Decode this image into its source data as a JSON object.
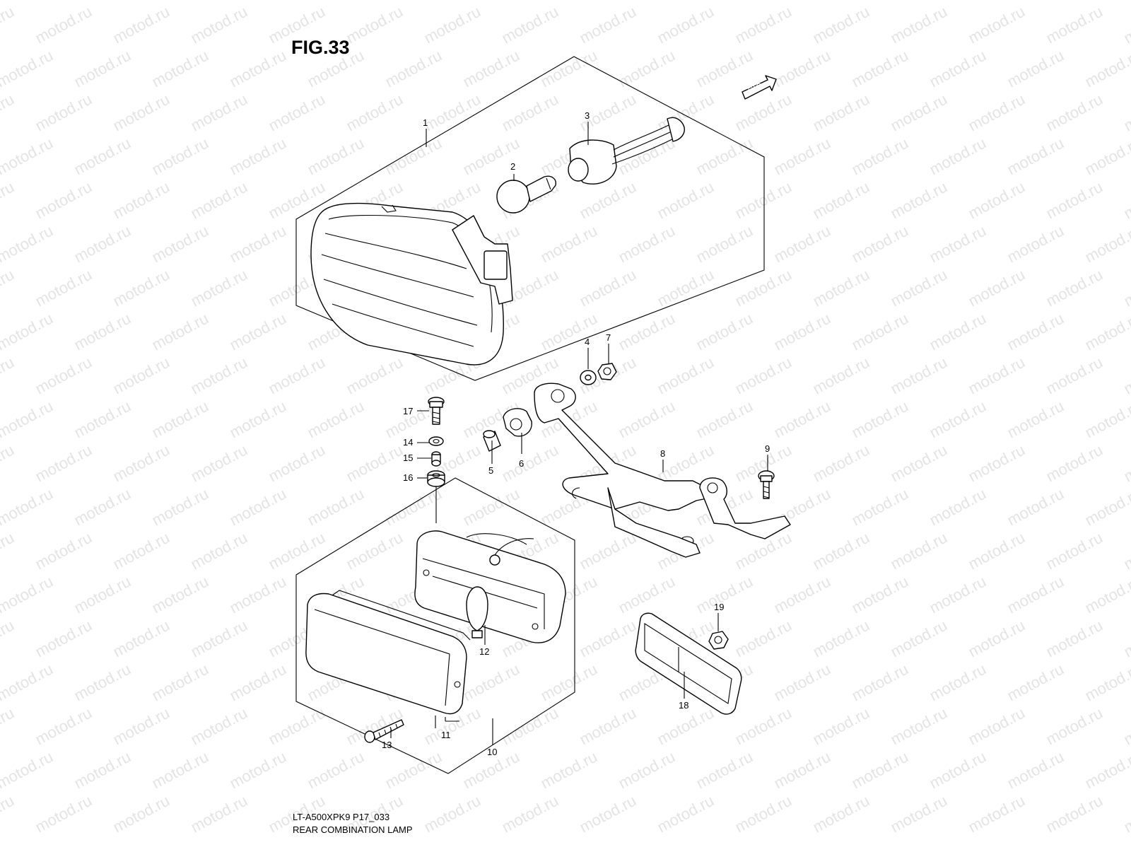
{
  "figure": {
    "title": "FIG.33",
    "model_code": "LT-A500XPK9 P17_033",
    "caption": "REAR COMBINATION LAMP"
  },
  "watermark": {
    "text": "motod.ru"
  },
  "fwd_badge": {
    "text": "FWD"
  },
  "callouts": [
    {
      "id": "1",
      "label": "1"
    },
    {
      "id": "2",
      "label": "2"
    },
    {
      "id": "3",
      "label": "3"
    },
    {
      "id": "4",
      "label": "4"
    },
    {
      "id": "5",
      "label": "5"
    },
    {
      "id": "6",
      "label": "6"
    },
    {
      "id": "7",
      "label": "7"
    },
    {
      "id": "8",
      "label": "8"
    },
    {
      "id": "9",
      "label": "9"
    },
    {
      "id": "10",
      "label": "10"
    },
    {
      "id": "11",
      "label": "11"
    },
    {
      "id": "12",
      "label": "12"
    },
    {
      "id": "13",
      "label": "13"
    },
    {
      "id": "14",
      "label": "14"
    },
    {
      "id": "15",
      "label": "15"
    },
    {
      "id": "16",
      "label": "16"
    },
    {
      "id": "17",
      "label": "17"
    },
    {
      "id": "18",
      "label": "18"
    },
    {
      "id": "19",
      "label": "19"
    }
  ]
}
